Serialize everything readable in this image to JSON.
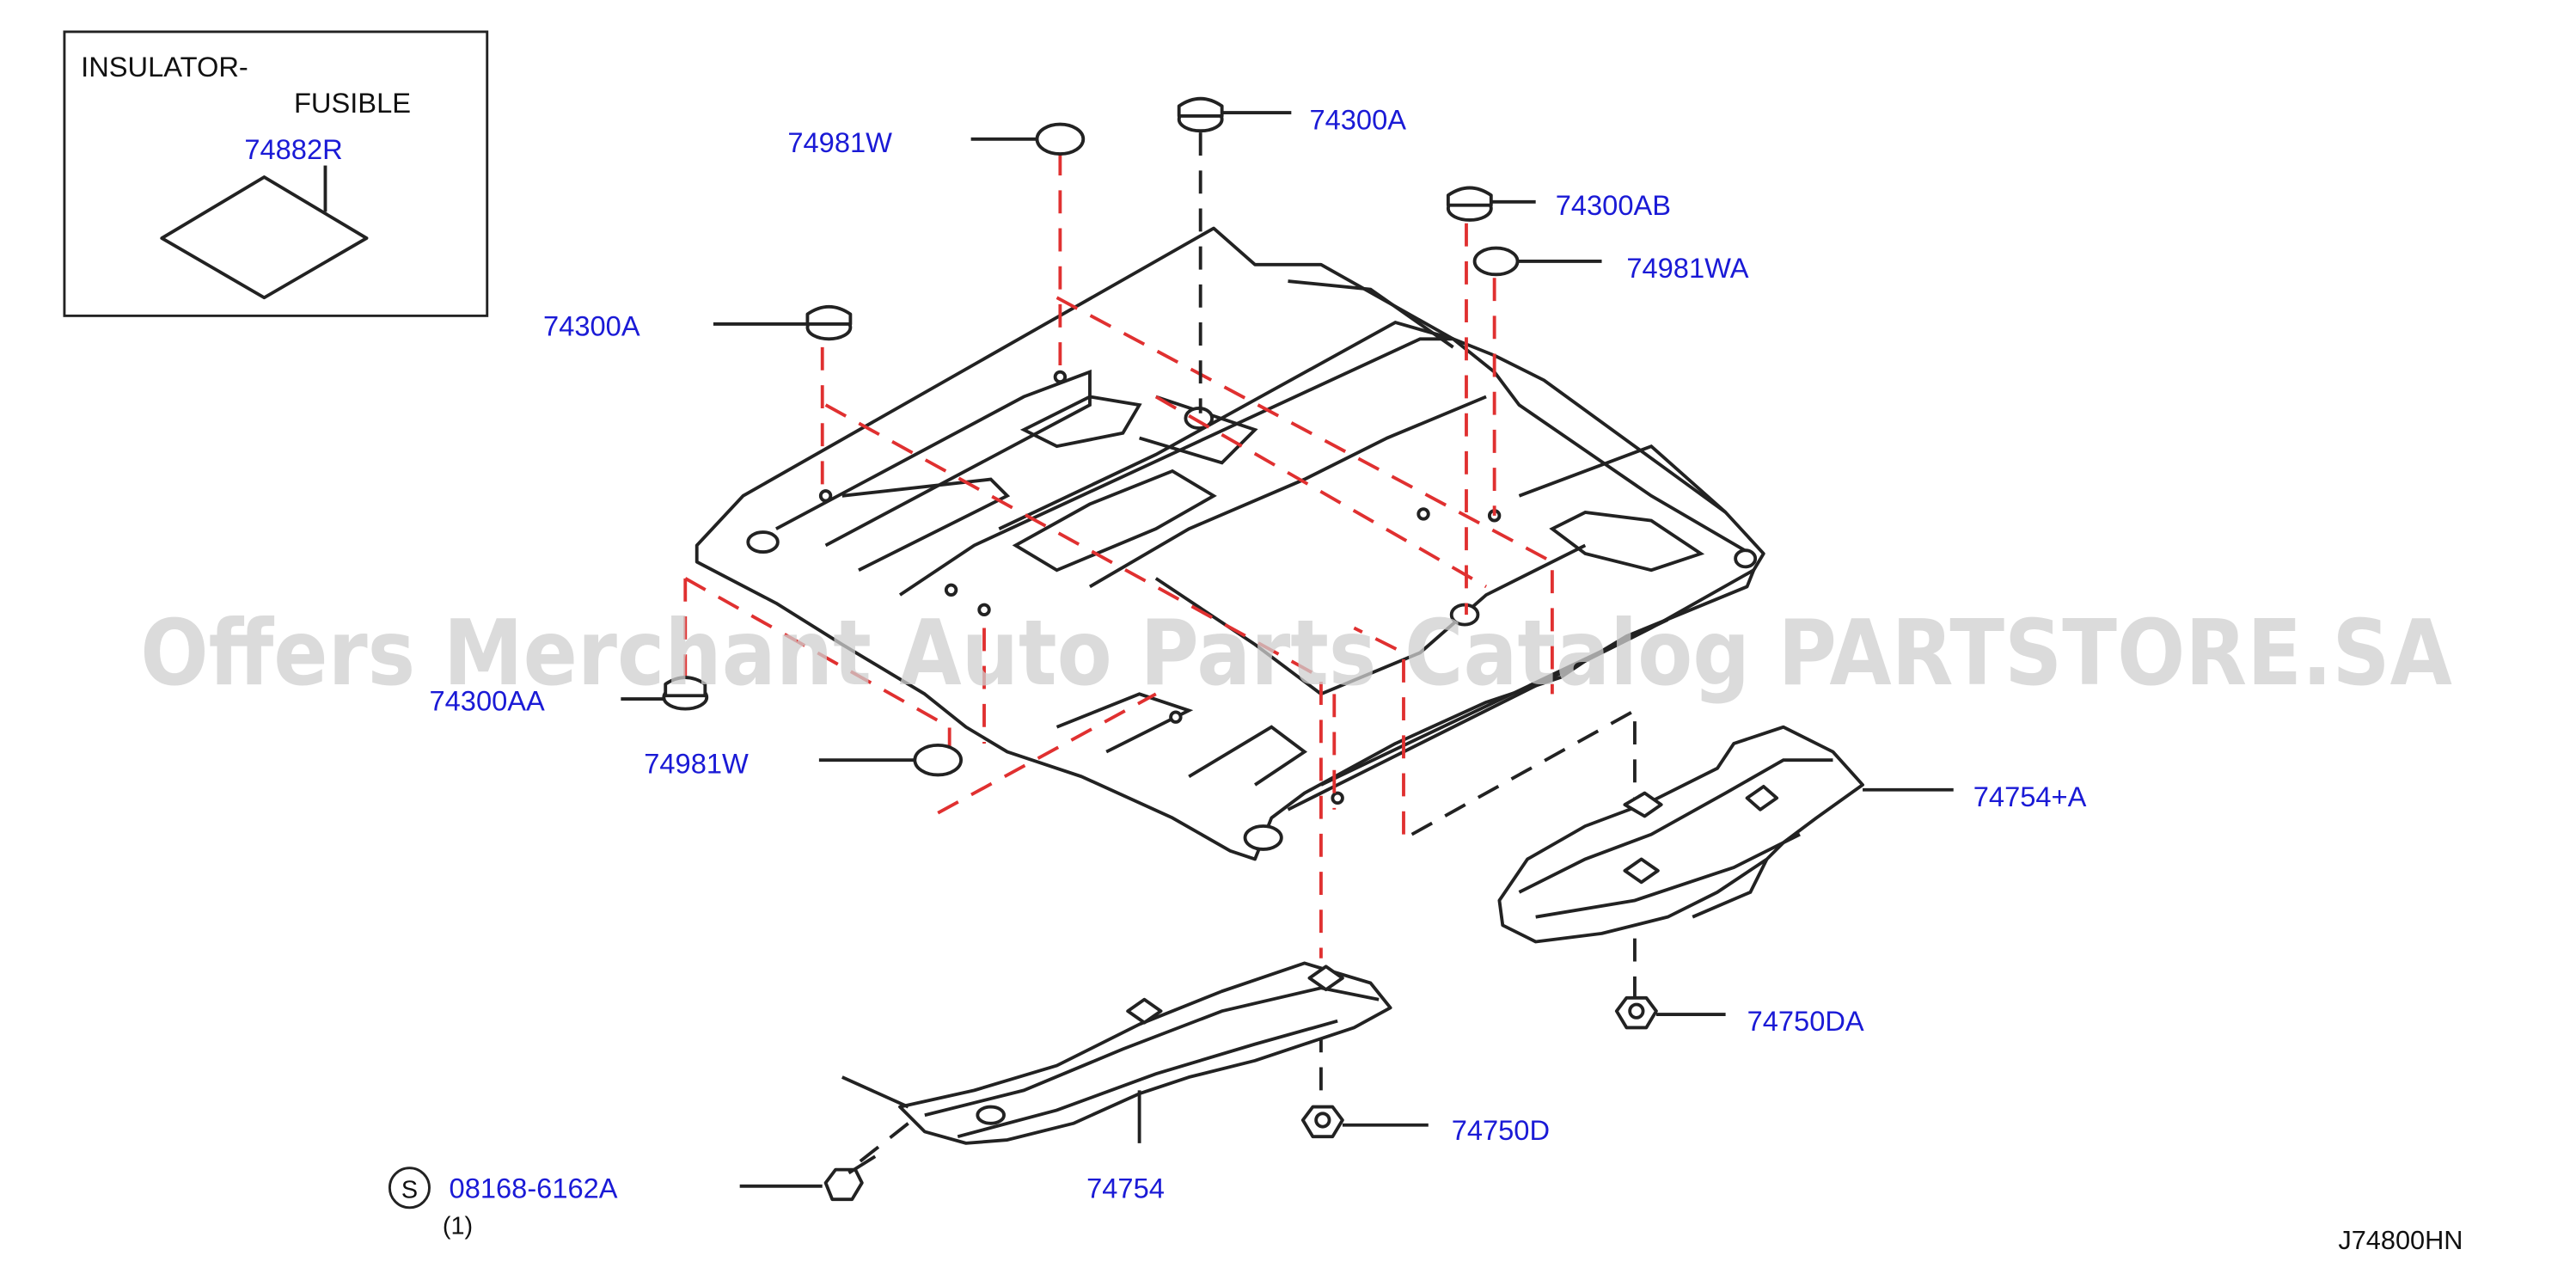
{
  "inset": {
    "title_line1": "INSULATOR-",
    "title_line2": "FUSIBLE",
    "part_number": "74882R"
  },
  "callouts": [
    {
      "id": "c1",
      "text": "74981W"
    },
    {
      "id": "c2",
      "text": "74300A"
    },
    {
      "id": "c3",
      "text": "74300AB"
    },
    {
      "id": "c4",
      "text": "74981WA"
    },
    {
      "id": "c5",
      "text": "74300A"
    },
    {
      "id": "c6",
      "text": "74300AA"
    },
    {
      "id": "c7",
      "text": "74981W"
    },
    {
      "id": "c8",
      "text": "74754+A"
    },
    {
      "id": "c9",
      "text": "74750DA"
    },
    {
      "id": "c10",
      "text": "74750D"
    },
    {
      "id": "c11",
      "text": "74754"
    },
    {
      "id": "c12",
      "text": "08168-6162A"
    }
  ],
  "bolt_marker": "S",
  "bolt_quantity": "(1)",
  "diagram_code": "J74800HN",
  "watermark": "Offers Merchant Auto Parts Catalog PARTSTORE.SA",
  "colors": {
    "label": "#1a1ad6",
    "leader_dashed": "#e03030",
    "line": "#222222",
    "watermark": "#cfcfcf"
  }
}
